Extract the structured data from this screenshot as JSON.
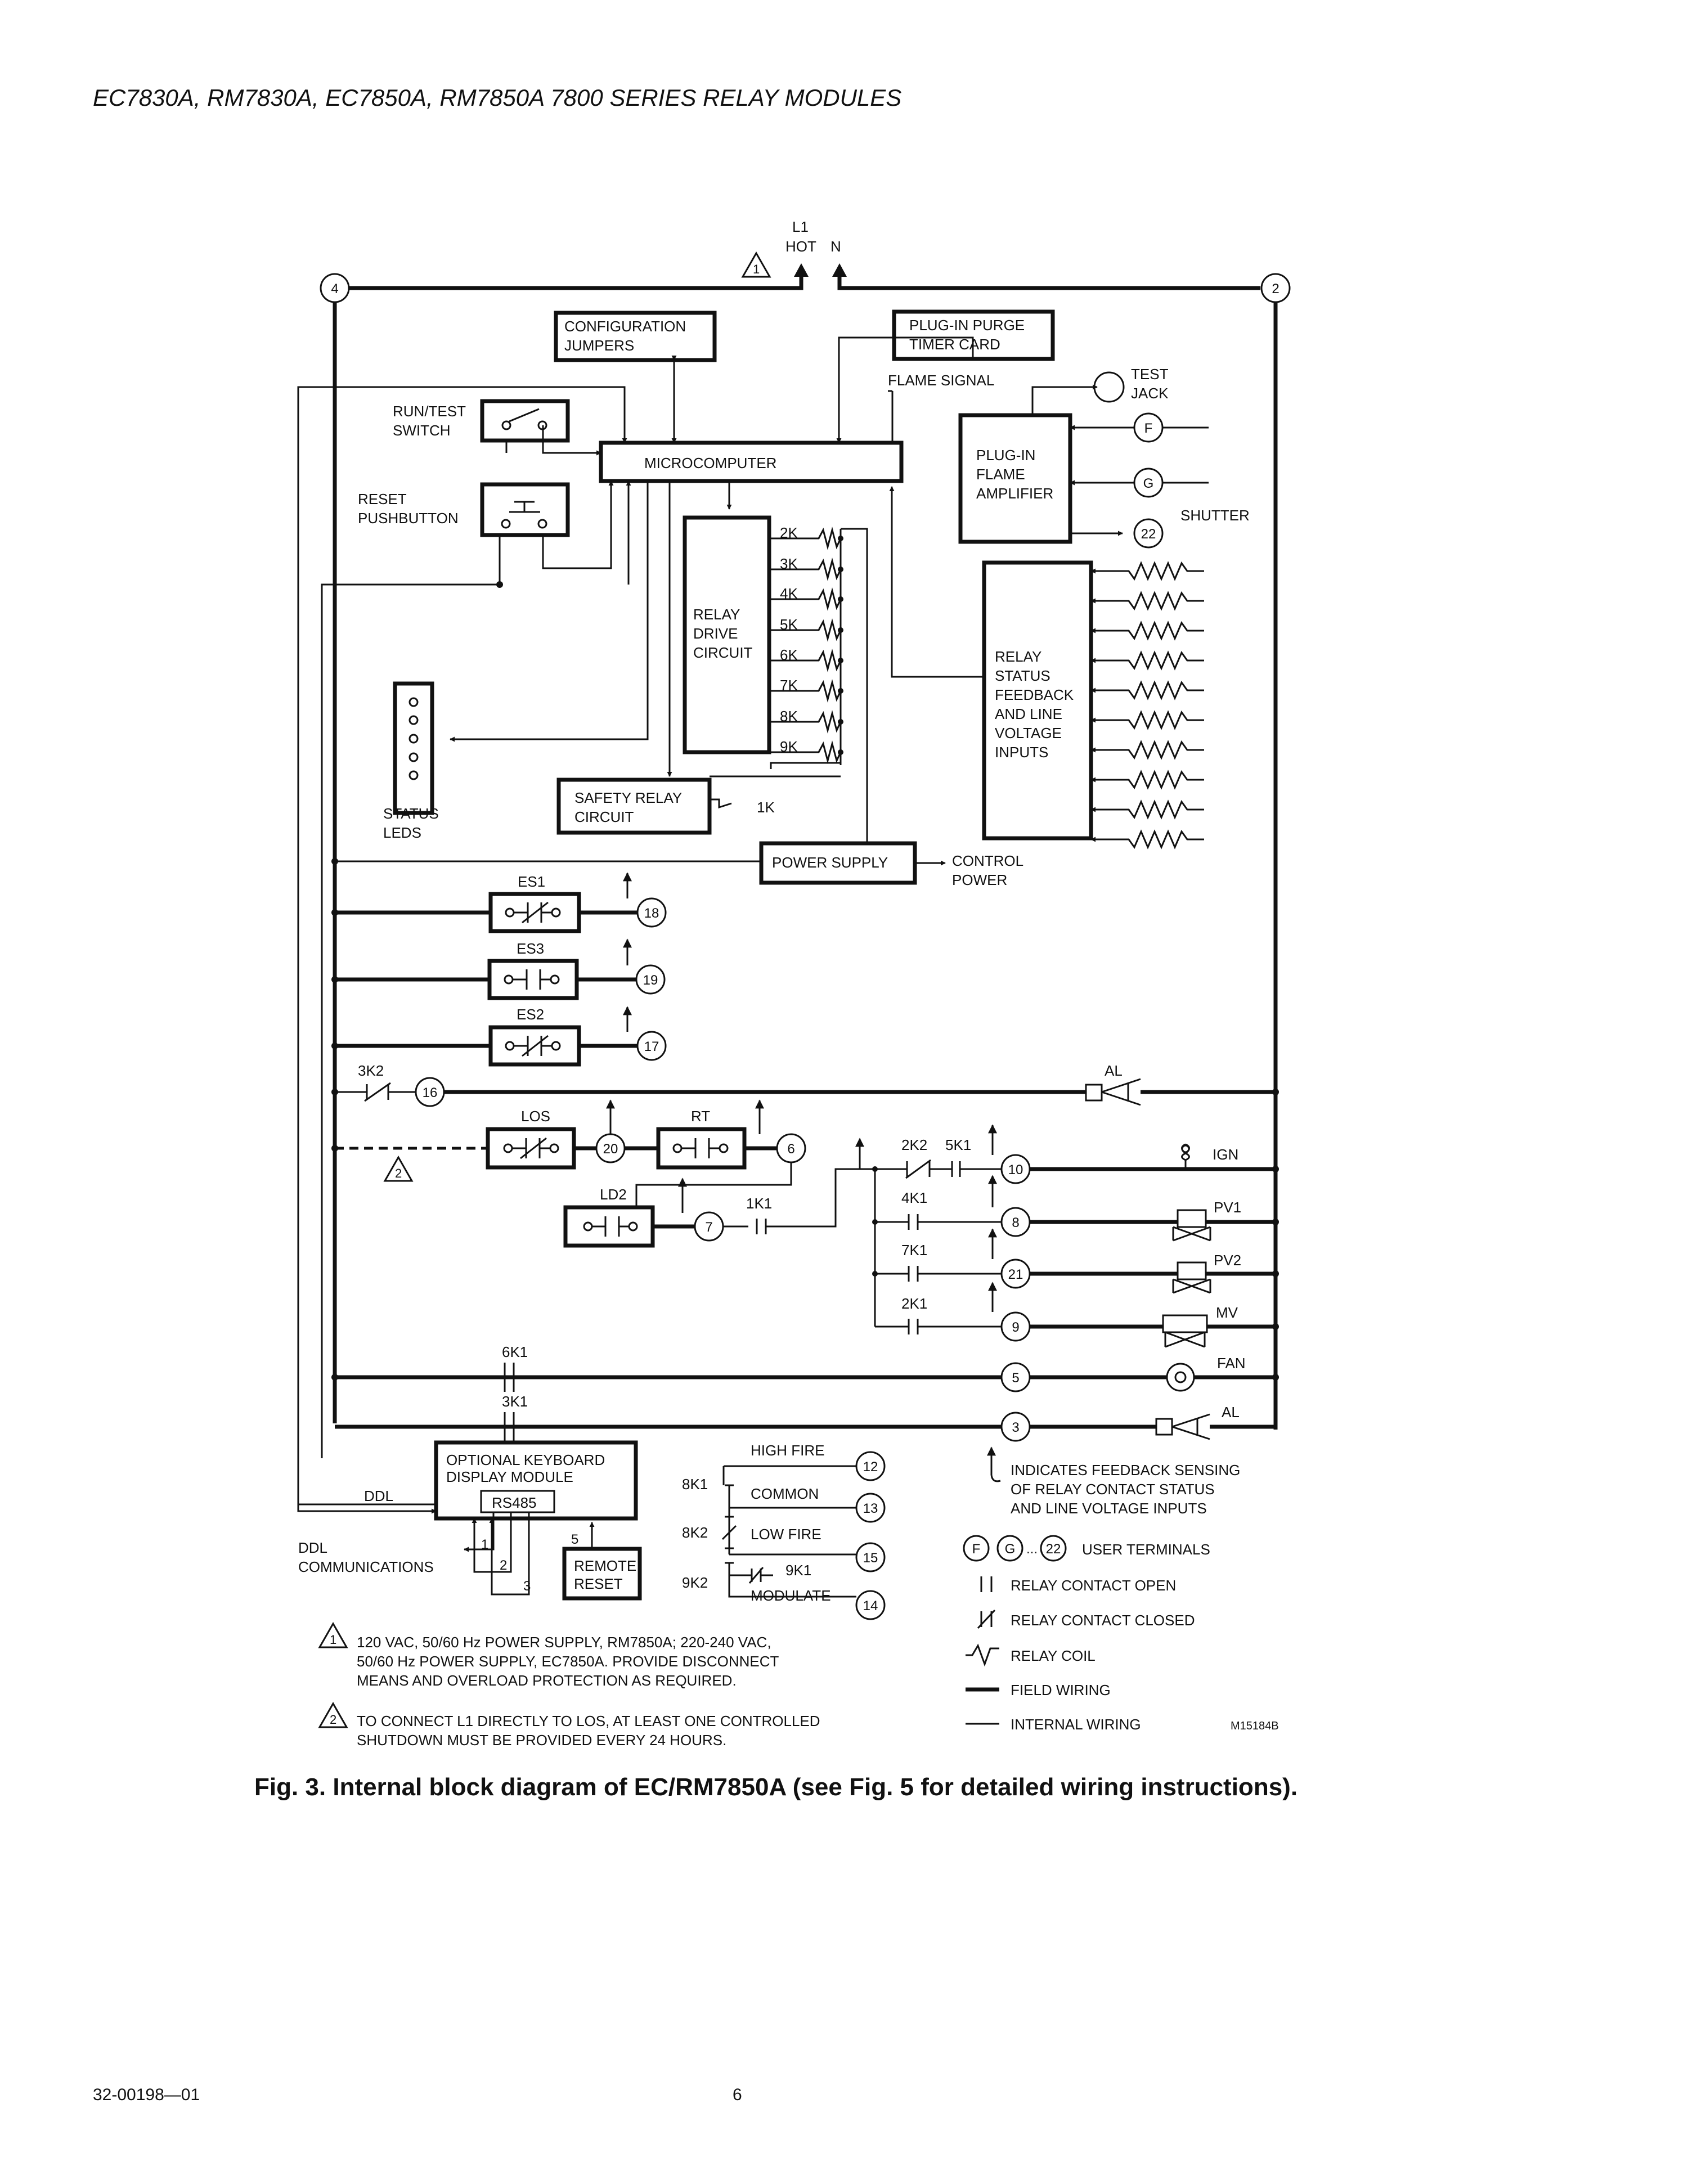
{
  "header": "EC7830A, RM7830A, EC7850A, RM7850A 7800 SERIES RELAY MODULES",
  "caption": "Fig. 3. Internal block diagram of EC/RM7850A (see Fig. 5 for detailed wiring instructions).",
  "footer": {
    "doc_number": "32-00198—01",
    "page": "6"
  },
  "figure_id": "M15184B",
  "supply": {
    "l1": "L1",
    "hot": "HOT",
    "n": "N",
    "note_mark": "1"
  },
  "terminals": {
    "t4": "4",
    "t2": "2",
    "t18": "18",
    "t19": "19",
    "t17": "17",
    "t16": "16",
    "t20": "20",
    "t6": "6",
    "t7": "7",
    "t10": "10",
    "t8": "8",
    "t21": "21",
    "t9": "9",
    "t5": "5",
    "t3": "3",
    "t12": "12",
    "t13": "13",
    "t15": "15",
    "t14": "14",
    "t22": "22",
    "tF": "F",
    "tG": "G"
  },
  "blocks": {
    "config_1": "CONFIGURATION",
    "config_2": "JUMPERS",
    "purge_1": "PLUG-IN PURGE",
    "purge_2": "TIMER CARD",
    "micro": "MICROCOMPUTER",
    "amp_1": "PLUG-IN",
    "amp_2": "FLAME",
    "amp_3": "AMPLIFIER",
    "relay_drive_1": "RELAY",
    "relay_drive_2": "DRIVE",
    "relay_drive_3": "CIRCUIT",
    "status_1": "RELAY",
    "status_2": "STATUS",
    "status_3": "FEEDBACK",
    "status_4": "AND LINE",
    "status_5": "VOLTAGE",
    "status_6": "INPUTS",
    "safety_1": "SAFETY RELAY",
    "safety_2": "CIRCUIT",
    "power_supply": "POWER SUPPLY",
    "keyboard_1": "OPTIONAL KEYBOARD",
    "keyboard_2": "DISPLAY MODULE",
    "rs485": "RS485",
    "remote_1": "REMOTE",
    "remote_2": "RESET"
  },
  "labels": {
    "run_test_1": "RUN/TEST",
    "run_test_2": "SWITCH",
    "reset_1": "RESET",
    "reset_2": "PUSHBUTTON",
    "flame_signal": "FLAME SIGNAL",
    "test_jack_1": "TEST",
    "test_jack_2": "JACK",
    "shutter": "SHUTTER",
    "status_leds_1": "STATUS",
    "status_leds_2": "LEDS",
    "k1": "1K",
    "control_power_1": "CONTROL",
    "control_power_2": "POWER",
    "es1": "ES1",
    "es3": "ES3",
    "es2": "ES2",
    "k3k2": "3K2",
    "al_top": "AL",
    "los": "LOS",
    "rt": "RT",
    "ld2": "LD2",
    "k1k1": "1K1",
    "k2k2": "2K2",
    "k5k1": "5K1",
    "k4k1": "4K1",
    "k7k1": "7K1",
    "k2k1": "2K1",
    "k6k1": "6K1",
    "k3k1": "3K1",
    "ign": "IGN",
    "pv1": "PV1",
    "pv2": "PV2",
    "mv": "MV",
    "fan": "FAN",
    "al_bottom": "AL",
    "ddl": "DDL",
    "ddl_comm_1": "DDL",
    "ddl_comm_2": "COMMUNICATIONS",
    "pin1": "1",
    "pin2": "2",
    "pin3": "3",
    "pin5": "5",
    "high_fire": "HIGH FIRE",
    "common": "COMMON",
    "low_fire": "LOW FIRE",
    "modulate": "MODULATE",
    "k8k1": "8K1",
    "k8k2": "8K2",
    "k9k1": "9K1",
    "k9k2": "9K2",
    "note2_mark": "2",
    "ellipsis": "..."
  },
  "relay_coils": [
    "2K",
    "3K",
    "4K",
    "5K",
    "6K",
    "7K",
    "8K",
    "9K"
  ],
  "legend": {
    "feedback_1": "INDICATES FEEDBACK SENSING",
    "feedback_2": "OF RELAY CONTACT STATUS",
    "feedback_3": "AND LINE VOLTAGE INPUTS",
    "user_terminals": "USER TERMINALS",
    "contact_open": "RELAY CONTACT OPEN",
    "contact_closed": "RELAY CONTACT CLOSED",
    "coil": "RELAY COIL",
    "field_wiring": "FIELD WIRING",
    "internal_wiring": "INTERNAL WIRING"
  },
  "notes": [
    {
      "mark": "1",
      "lines": [
        "120 VAC, 50/60 Hz POWER SUPPLY, RM7850A; 220-240 VAC,",
        "50/60 Hz POWER SUPPLY, EC7850A.  PROVIDE DISCONNECT",
        "MEANS AND OVERLOAD PROTECTION AS REQUIRED."
      ]
    },
    {
      "mark": "2",
      "lines": [
        "TO CONNECT L1 DIRECTLY TO LOS, AT LEAST ONE CONTROLLED",
        "SHUTDOWN MUST BE PROVIDED EVERY 24 HOURS."
      ]
    }
  ]
}
